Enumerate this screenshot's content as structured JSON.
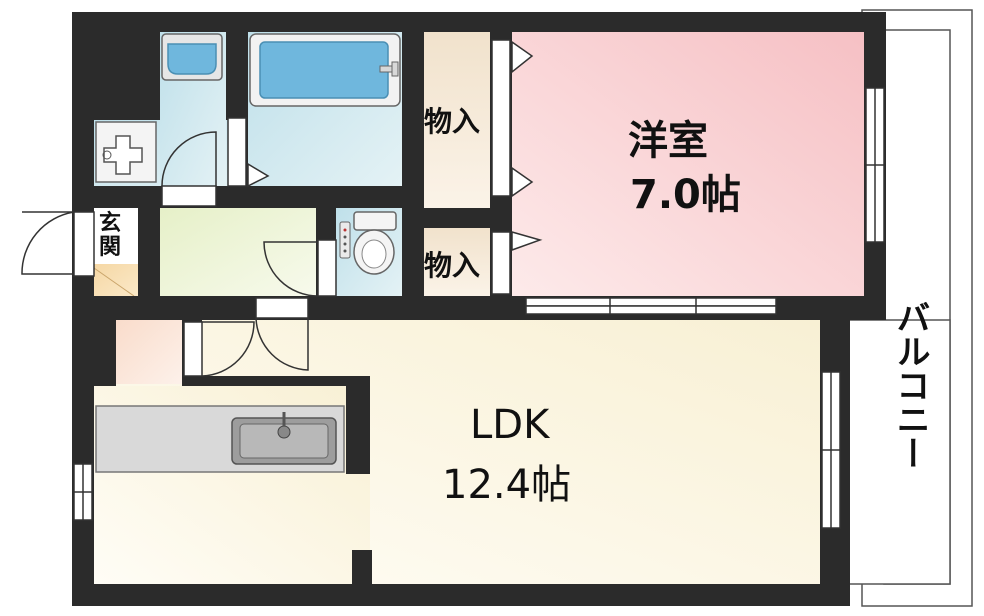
{
  "floorplan": {
    "rooms": {
      "western_room": {
        "name": "洋室",
        "size": "7.0帖"
      },
      "ldk": {
        "name": "LDK",
        "size": "12.4帖"
      },
      "closet_upper": {
        "name": "物入"
      },
      "closet_lower": {
        "name": "物入"
      },
      "entrance": {
        "name": "玄関"
      },
      "balcony": {
        "name": "バルコニー"
      }
    }
  },
  "colors": {
    "wall": "#2b2b2b",
    "western_room_fill": "#f7c9cc",
    "ldk_fill": "#fbf6e6",
    "bath_fill": "#cfe6ee",
    "hall_fill": "#eef5d8",
    "closet_fill": "#f6ebdc",
    "entrance_fill": "#f3ddb4"
  }
}
